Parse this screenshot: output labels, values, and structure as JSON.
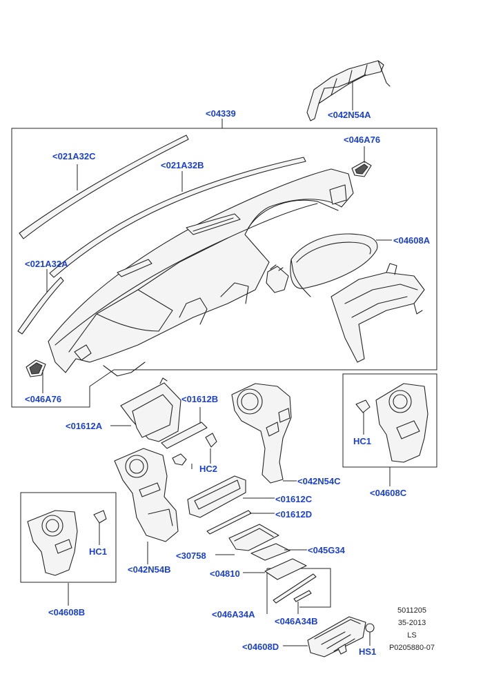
{
  "accent_color": "#1a3fd6",
  "line_color": "#222222",
  "callouts": {
    "c042N54A_top": "<042N54A",
    "c04339": "<04339",
    "c046A76_top": "<046A76",
    "c021A32C": "<021A32C",
    "c021A32B": "<021A32B",
    "c04608A": "<04608A",
    "c021A32A": "<021A32A",
    "c046A76_bottom": "<046A76",
    "c01612B": "<01612B",
    "c01612A": "<01612A",
    "cHC2": "HC2",
    "c042N54C": "<042N54C",
    "cHC1_right": "HC1",
    "c04608C": "<04608C",
    "c01612C": "<01612C",
    "c01612D": "<01612D",
    "c30758": "<30758",
    "c045G34": "<045G34",
    "cHC1_left": "HC1",
    "c042N54B": "<042N54B",
    "c04810": "<04810",
    "c04608B": "<04608B",
    "c046A34A": "<046A34A",
    "c046A34B": "<046A34B",
    "c04608D": "<04608D",
    "cHS1": "HS1"
  },
  "metadata": {
    "line1": "5011205",
    "line2": "35-2013",
    "line3": "LS",
    "line4": "P0205880-07"
  }
}
